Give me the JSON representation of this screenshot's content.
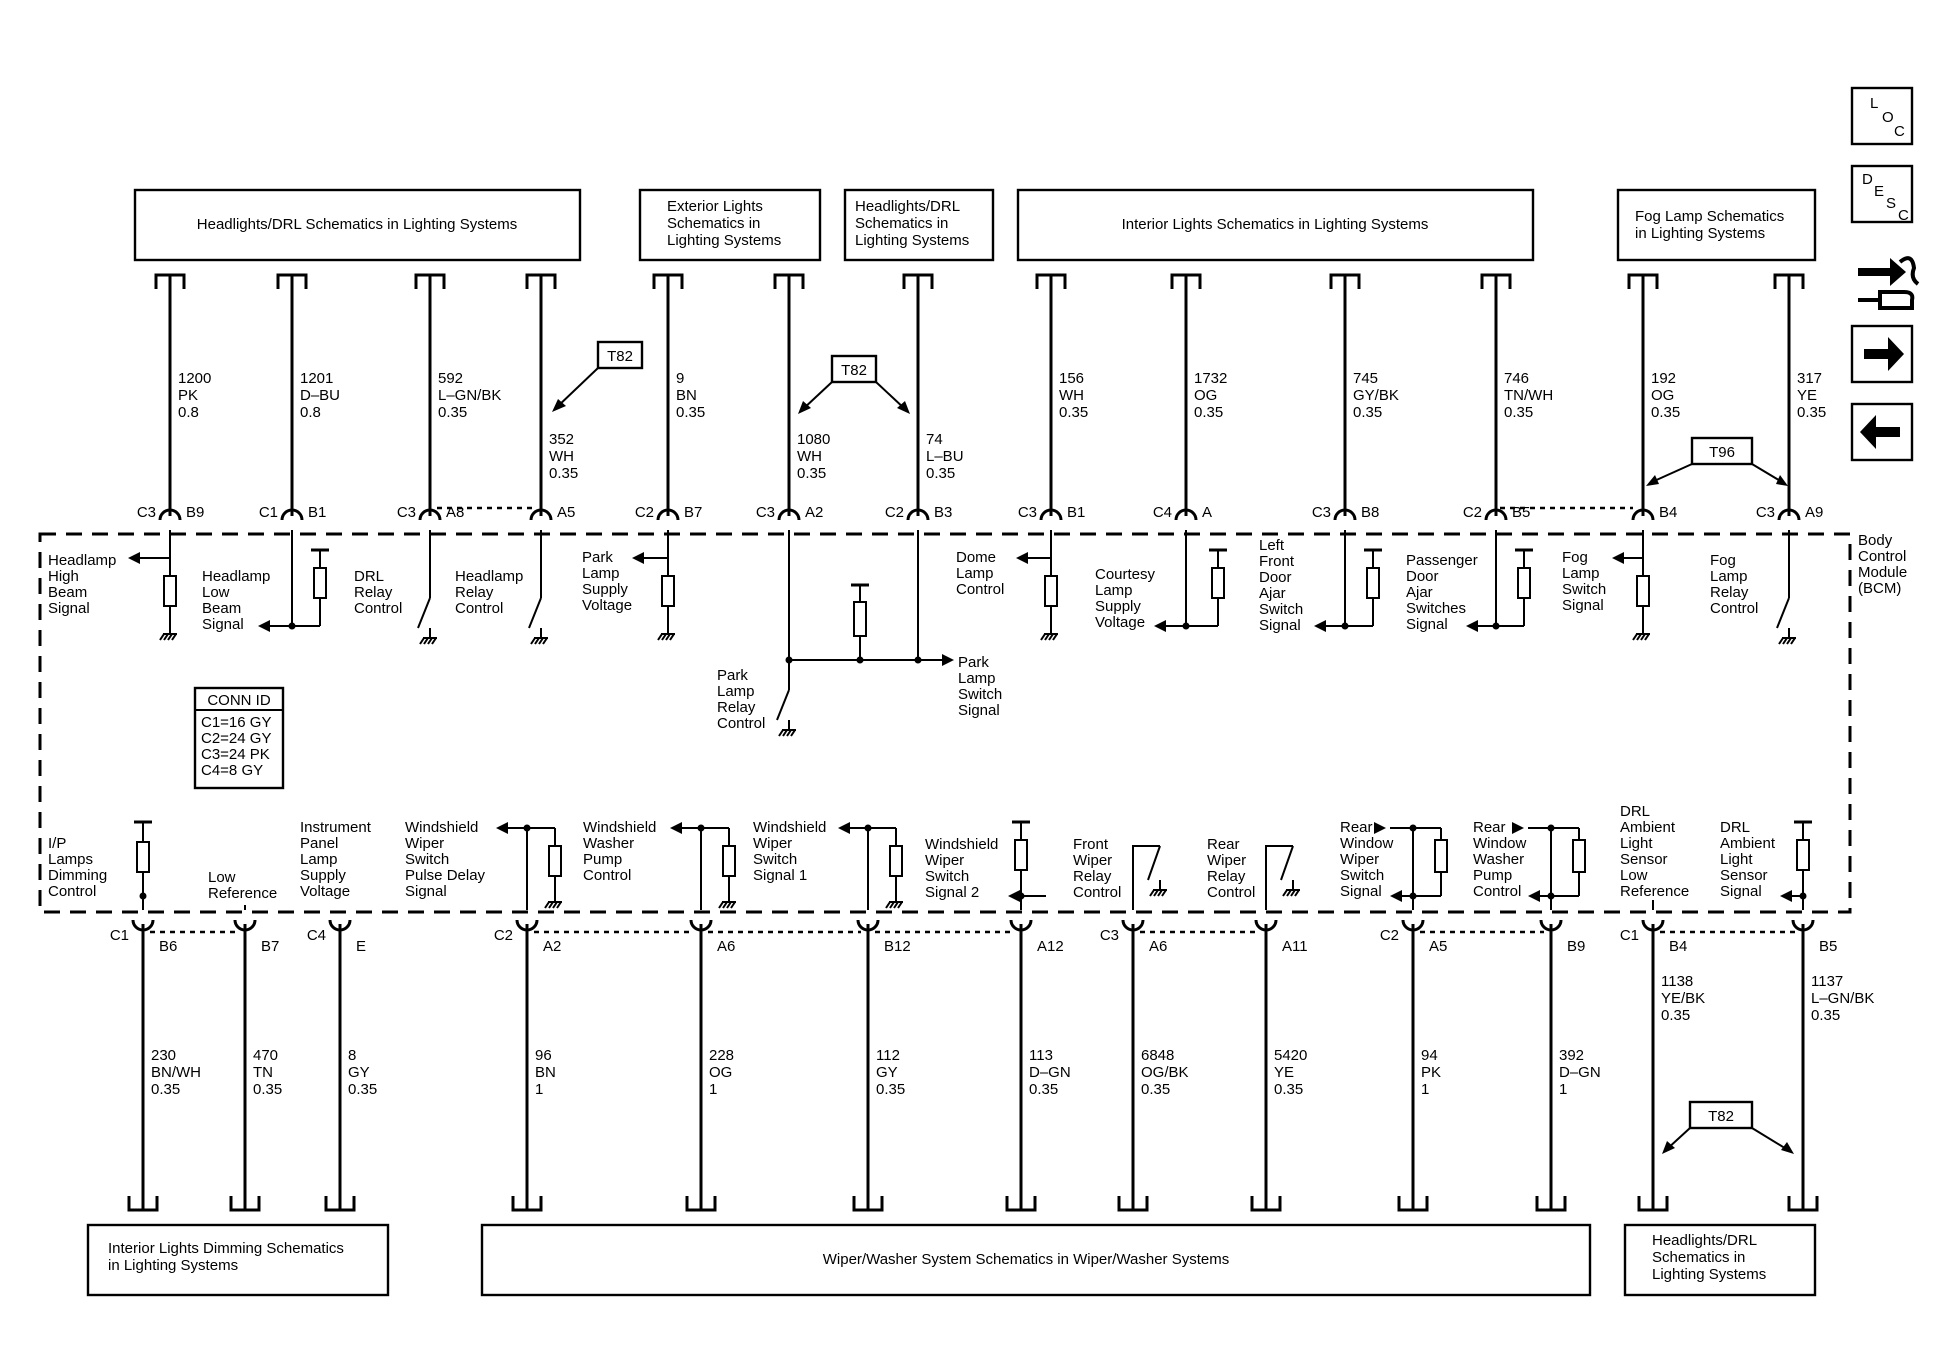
{
  "top_boxes": [
    {
      "id": "tb1",
      "lines": [
        "Headlights/DRL Schematics in Lighting Systems"
      ]
    },
    {
      "id": "tb2",
      "lines": [
        "Exterior Lights",
        "Schematics in",
        "Lighting Systems"
      ]
    },
    {
      "id": "tb3",
      "lines": [
        "Headlights/DRL",
        "Schematics in",
        "Lighting Systems"
      ]
    },
    {
      "id": "tb4",
      "lines": [
        "Interior Lights Schematics in Lighting Systems"
      ]
    },
    {
      "id": "tb5",
      "lines": [
        "Fog Lamp Schematics",
        "in Lighting Systems"
      ]
    }
  ],
  "bottom_boxes": [
    {
      "id": "bb1",
      "lines": [
        "Interior Lights Dimming Schematics",
        "in Lighting Systems"
      ]
    },
    {
      "id": "bb2",
      "lines": [
        "Wiper/Washer System Schematics in Wiper/Washer Systems"
      ]
    },
    {
      "id": "bb3",
      "lines": [
        "Headlights/DRL",
        "Schematics in",
        "Lighting Systems"
      ]
    }
  ],
  "module": {
    "lines": [
      "Body",
      "Control",
      "Module",
      "(BCM)"
    ]
  },
  "conn_id": {
    "title": "CONN ID",
    "lines": [
      "C1=16 GY",
      "C2=24 GY",
      "C3=24 PK",
      "C4=8 GY"
    ]
  },
  "nav": {
    "loc": [
      "L",
      "O",
      "C"
    ],
    "desc": [
      "D",
      "E",
      "S",
      "C"
    ]
  },
  "refs": {
    "t82": "T82",
    "t96": "T96"
  },
  "top_wires": [
    {
      "conn": "C3",
      "pin": "B9",
      "circuit": [
        "1200",
        "PK",
        "0.8"
      ],
      "signal": [
        "Headlamp",
        "High",
        "Beam",
        "Signal"
      ]
    },
    {
      "conn": "C1",
      "pin": "B1",
      "circuit": [
        "1201",
        "D–BU",
        "0.8"
      ],
      "signal": [
        "Headlamp",
        "Low",
        "Beam",
        "Signal"
      ]
    },
    {
      "conn": "C3",
      "pin": "A8",
      "circuit": [
        "592",
        "L–GN/BK",
        "0.35"
      ],
      "signal": [
        "DRL",
        "Relay",
        "Control"
      ]
    },
    {
      "conn": "",
      "pin": "A5",
      "circuit": [
        "352",
        "WH",
        "0.35"
      ],
      "signal": [
        "Headlamp",
        "Relay",
        "Control"
      ]
    },
    {
      "conn": "C2",
      "pin": "B7",
      "circuit": [
        "9",
        "BN",
        "0.35"
      ],
      "signal": [
        "Park",
        "Lamp",
        "Supply",
        "Voltage"
      ]
    },
    {
      "conn": "C3",
      "pin": "A2",
      "circuit": [
        "1080",
        "WH",
        "0.35"
      ],
      "signal": [
        "Park",
        "Lamp",
        "Relay",
        "Control"
      ]
    },
    {
      "conn": "C2",
      "pin": "B3",
      "circuit": [
        "74",
        "L–BU",
        "0.35"
      ],
      "signal": [
        "Park",
        "Lamp",
        "Switch",
        "Signal"
      ]
    },
    {
      "conn": "C3",
      "pin": "B1",
      "circuit": [
        "156",
        "WH",
        "0.35"
      ],
      "signal": [
        "Dome",
        "Lamp",
        "Control"
      ]
    },
    {
      "conn": "C4",
      "pin": "A",
      "circuit": [
        "1732",
        "OG",
        "0.35"
      ],
      "signal": [
        "Courtesy",
        "Lamp",
        "Supply",
        "Voltage"
      ]
    },
    {
      "conn": "C3",
      "pin": "B8",
      "circuit": [
        "745",
        "GY/BK",
        "0.35"
      ],
      "signal": [
        "Left",
        "Front",
        "Door",
        "Ajar",
        "Switch",
        "Signal"
      ]
    },
    {
      "conn": "C2",
      "pin": "B5",
      "circuit": [
        "746",
        "TN/WH",
        "0.35"
      ],
      "signal": [
        "Passenger",
        "Door",
        "Ajar",
        "Switches",
        "Signal"
      ]
    },
    {
      "conn": "",
      "pin": "B4",
      "circuit": [
        "192",
        "OG",
        "0.35"
      ],
      "signal": [
        "Fog",
        "Lamp",
        "Switch",
        "Signal"
      ]
    },
    {
      "conn": "C3",
      "pin": "A9",
      "circuit": [
        "317",
        "YE",
        "0.35"
      ],
      "signal": [
        "Fog",
        "Lamp",
        "Relay",
        "Control"
      ]
    }
  ],
  "bottom_wires": [
    {
      "conn": "C1",
      "pin": "B6",
      "circuit": [
        "230",
        "BN/WH",
        "0.35"
      ],
      "signal": [
        "I/P",
        "Lamps",
        "Dimming",
        "Control"
      ]
    },
    {
      "conn": "",
      "pin": "B7",
      "circuit": [
        "470",
        "TN",
        "0.35"
      ],
      "signal": [
        "Low",
        "Reference"
      ]
    },
    {
      "conn": "C4",
      "pin": "E",
      "circuit": [
        "8",
        "GY",
        "0.35"
      ],
      "signal": [
        "Instrument",
        "Panel",
        "Lamp",
        "Supply",
        "Voltage"
      ]
    },
    {
      "conn": "C2",
      "pin": "A2",
      "circuit": [
        "96",
        "BN",
        "1"
      ],
      "signal": [
        "Windshield",
        "Wiper",
        "Switch",
        "Pulse Delay",
        "Signal"
      ]
    },
    {
      "conn": "",
      "pin": "A6",
      "circuit": [
        "228",
        "OG",
        "1"
      ],
      "signal": [
        "Windshield",
        "Washer",
        "Pump",
        "Control"
      ]
    },
    {
      "conn": "",
      "pin": "B12",
      "circuit": [
        "112",
        "GY",
        "0.35"
      ],
      "signal": [
        "Windshield",
        "Wiper",
        "Switch",
        "Signal 1"
      ]
    },
    {
      "conn": "",
      "pin": "A12",
      "circuit": [
        "113",
        "D–GN",
        "0.35"
      ],
      "signal": [
        "Windshield",
        "Wiper",
        "Switch",
        "Signal 2"
      ]
    },
    {
      "conn": "C3",
      "pin": "A6",
      "circuit": [
        "6848",
        "OG/BK",
        "0.35"
      ],
      "signal": [
        "Front",
        "Wiper",
        "Relay",
        "Control"
      ]
    },
    {
      "conn": "",
      "pin": "A11",
      "circuit": [
        "5420",
        "YE",
        "0.35"
      ],
      "signal": [
        "Rear",
        "Wiper",
        "Relay",
        "Control"
      ]
    },
    {
      "conn": "C2",
      "pin": "A5",
      "circuit": [
        "94",
        "PK",
        "1"
      ],
      "signal": [
        "Rear",
        "Window",
        "Wiper",
        "Switch",
        "Signal"
      ]
    },
    {
      "conn": "",
      "pin": "B9",
      "circuit": [
        "392",
        "D–GN",
        "1"
      ],
      "signal": [
        "Rear",
        "Window",
        "Washer",
        "Pump",
        "Control"
      ]
    },
    {
      "conn": "C1",
      "pin": "B4",
      "circuit": [
        "1138",
        "YE/BK",
        "0.35"
      ],
      "signal": [
        "DRL",
        "Ambient",
        "Light",
        "Sensor",
        "Low",
        "Reference"
      ]
    },
    {
      "conn": "",
      "pin": "B5",
      "circuit": [
        "1137",
        "L–GN/BK",
        "0.35"
      ],
      "signal": [
        "DRL",
        "Ambient",
        "Light",
        "Sensor",
        "Signal"
      ]
    }
  ]
}
